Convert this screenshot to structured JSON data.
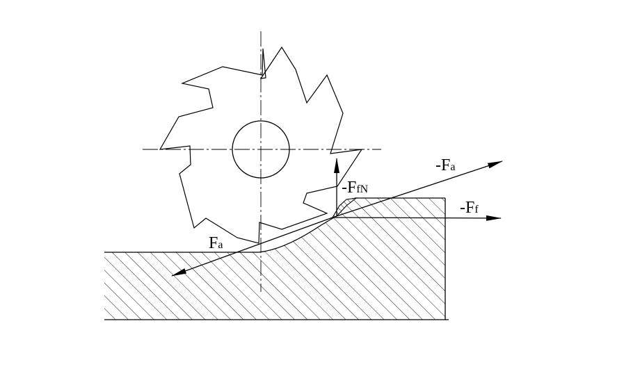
{
  "diagram": {
    "labels": {
      "Fa": {
        "main": "F",
        "sub": "a"
      },
      "minus_Fa": {
        "main": "-F",
        "sub": "a"
      },
      "minus_FfN": {
        "main": "-F",
        "sub": "fN"
      },
      "minus_Ff": {
        "main": "-F",
        "sub": "f"
      }
    },
    "colors": {
      "stroke": "#000000",
      "background": "#ffffff"
    },
    "cutter_teeth": 8
  }
}
